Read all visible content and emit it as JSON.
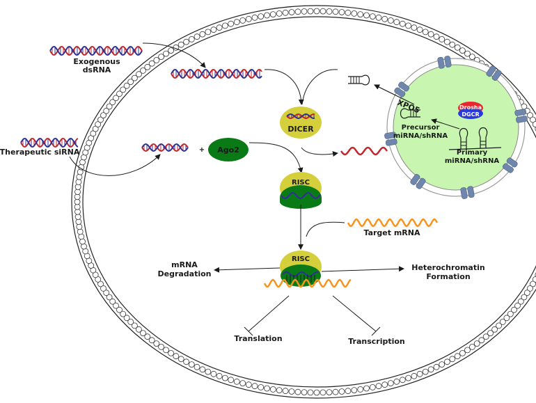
{
  "labels": {
    "exogenous_line1": "Exogenous",
    "exogenous_line2": "dsRNA",
    "therapeutic": "Therapeutic siRNA",
    "plus": "+",
    "ago2": "Ago2",
    "dicer": "DICER",
    "risc_top": "RISC",
    "risc_bottom": "RISC",
    "target_mrna": "Target mRNA",
    "xpo5": "XPO5",
    "precursor_line1": "Precursor",
    "precursor_line2": "miRNA/shRNA",
    "primary_line1": "Primary",
    "primary_line2": "miRNA/shRNA",
    "drosha": "Drosha",
    "dgcr": "DGCR",
    "mrna_degradation_line1": "mRNA",
    "mrna_degradation_line2": "Degradation",
    "heterochromatin_line1": "Heterochromatin",
    "heterochromatin_line2": "Formation",
    "translation": "Translation",
    "transcription": "Transcription"
  },
  "colors": {
    "strand_red": "#c1272d",
    "strand_blue": "#2e3192",
    "mrna_orange": "#f7941d",
    "dicer_yellow": "#d4cf3a",
    "ago_green": "#0a7a16",
    "nucleus_fill": "#c8f5b0",
    "pore_blue": "#6f86ad",
    "drosha_red": "#e8262d",
    "dgcr_blue": "#2b3adb"
  }
}
